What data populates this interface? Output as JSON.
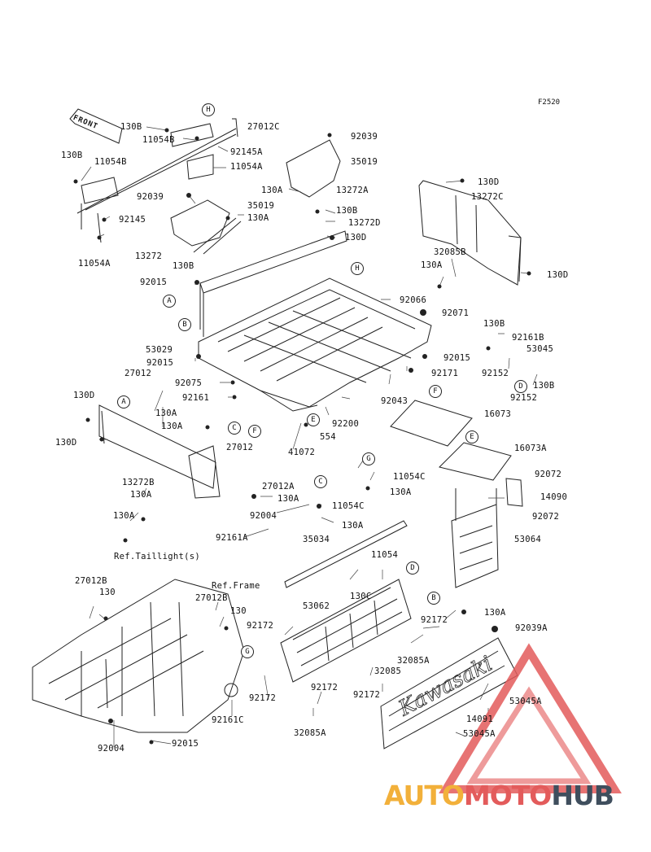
{
  "figure_code": "F2520",
  "front_label": "FRONT",
  "labels": [
    {
      "id": "l01",
      "text": "130B"
    },
    {
      "id": "l02",
      "text": "11054B"
    },
    {
      "id": "l03",
      "text": "27012C"
    },
    {
      "id": "l04",
      "text": "92145A"
    },
    {
      "id": "l05",
      "text": "11054A"
    },
    {
      "id": "l06",
      "text": "130B"
    },
    {
      "id": "l07",
      "text": "11054B"
    },
    {
      "id": "l08",
      "text": "92039"
    },
    {
      "id": "l09",
      "text": "35019"
    },
    {
      "id": "l10",
      "text": "92039"
    },
    {
      "id": "l11",
      "text": "35019"
    },
    {
      "id": "l12",
      "text": "130A"
    },
    {
      "id": "l13",
      "text": "92145"
    },
    {
      "id": "l14",
      "text": "11054A"
    },
    {
      "id": "l15",
      "text": "130A"
    },
    {
      "id": "l16",
      "text": "13272A"
    },
    {
      "id": "l17",
      "text": "130B"
    },
    {
      "id": "l18",
      "text": "13272D"
    },
    {
      "id": "l19",
      "text": "130D"
    },
    {
      "id": "l20",
      "text": "13272"
    },
    {
      "id": "l21",
      "text": "130B"
    },
    {
      "id": "l22",
      "text": "92015"
    },
    {
      "id": "l23",
      "text": "130D"
    },
    {
      "id": "l24",
      "text": "13272C"
    },
    {
      "id": "l25",
      "text": "32085B"
    },
    {
      "id": "l26",
      "text": "130A"
    },
    {
      "id": "l27",
      "text": "130D"
    },
    {
      "id": "l28",
      "text": "92066"
    },
    {
      "id": "l29",
      "text": "92071"
    },
    {
      "id": "l30",
      "text": "130B"
    },
    {
      "id": "l31",
      "text": "92161B"
    },
    {
      "id": "l32",
      "text": "53045"
    },
    {
      "id": "l33",
      "text": "92015"
    },
    {
      "id": "l34",
      "text": "53029"
    },
    {
      "id": "l35",
      "text": "92015"
    },
    {
      "id": "l36",
      "text": "92171"
    },
    {
      "id": "l37",
      "text": "92152"
    },
    {
      "id": "l38",
      "text": "92152"
    },
    {
      "id": "l39",
      "text": "130B"
    },
    {
      "id": "l40",
      "text": "27012"
    },
    {
      "id": "l41",
      "text": "92075"
    },
    {
      "id": "l42",
      "text": "92161"
    },
    {
      "id": "l43",
      "text": "92043"
    },
    {
      "id": "l44",
      "text": "130D"
    },
    {
      "id": "l45",
      "text": "130A"
    },
    {
      "id": "l46",
      "text": "130A"
    },
    {
      "id": "l47",
      "text": "16073"
    },
    {
      "id": "l48",
      "text": "92200"
    },
    {
      "id": "l49",
      "text": "554"
    },
    {
      "id": "l50",
      "text": "130D"
    },
    {
      "id": "l51",
      "text": "27012"
    },
    {
      "id": "l52",
      "text": "41072"
    },
    {
      "id": "l53",
      "text": "16073A"
    },
    {
      "id": "l54",
      "text": "13272B"
    },
    {
      "id": "l55",
      "text": "130A"
    },
    {
      "id": "l56",
      "text": "27012A"
    },
    {
      "id": "l57",
      "text": "130A"
    },
    {
      "id": "l58",
      "text": "11054C"
    },
    {
      "id": "l59",
      "text": "130A"
    },
    {
      "id": "l60",
      "text": "92072"
    },
    {
      "id": "l61",
      "text": "14090"
    },
    {
      "id": "l62",
      "text": "130A"
    },
    {
      "id": "l63",
      "text": "11054C"
    },
    {
      "id": "l64",
      "text": "92004"
    },
    {
      "id": "l65",
      "text": "130A"
    },
    {
      "id": "l66",
      "text": "92072"
    },
    {
      "id": "l67",
      "text": "92161A"
    },
    {
      "id": "l68",
      "text": "35034"
    },
    {
      "id": "l69",
      "text": "53064"
    },
    {
      "id": "l70",
      "text": "Ref.Taillight(s)"
    },
    {
      "id": "l71",
      "text": "11054"
    },
    {
      "id": "l72",
      "text": "27012B"
    },
    {
      "id": "l73",
      "text": "130"
    },
    {
      "id": "l74",
      "text": "Ref.Frame"
    },
    {
      "id": "l75",
      "text": "130C"
    },
    {
      "id": "l76",
      "text": "27012B"
    },
    {
      "id": "l77",
      "text": "130"
    },
    {
      "id": "l78",
      "text": "53062"
    },
    {
      "id": "l79",
      "text": "130A"
    },
    {
      "id": "l80",
      "text": "92172"
    },
    {
      "id": "l81",
      "text": "92172"
    },
    {
      "id": "l82",
      "text": "92039A"
    },
    {
      "id": "l83",
      "text": "32085A"
    },
    {
      "id": "l84",
      "text": "32085"
    },
    {
      "id": "l85",
      "text": "92172"
    },
    {
      "id": "l86",
      "text": "92172"
    },
    {
      "id": "l87",
      "text": "92172"
    },
    {
      "id": "l88",
      "text": "92161C"
    },
    {
      "id": "l89",
      "text": "53045A"
    },
    {
      "id": "l90",
      "text": "14091"
    },
    {
      "id": "l91",
      "text": "53045A"
    },
    {
      "id": "l92",
      "text": "32085A"
    },
    {
      "id": "l93",
      "text": "92004"
    },
    {
      "id": "l94",
      "text": "92015"
    }
  ],
  "callouts": [
    {
      "id": "c01",
      "letter": "H"
    },
    {
      "id": "c02",
      "letter": "A"
    },
    {
      "id": "c03",
      "letter": "B"
    },
    {
      "id": "c04",
      "letter": "H"
    },
    {
      "id": "c05",
      "letter": "A"
    },
    {
      "id": "c06",
      "letter": "C"
    },
    {
      "id": "c07",
      "letter": "F"
    },
    {
      "id": "c08",
      "letter": "E"
    },
    {
      "id": "c09",
      "letter": "F"
    },
    {
      "id": "c10",
      "letter": "D"
    },
    {
      "id": "c11",
      "letter": "E"
    },
    {
      "id": "c12",
      "letter": "G"
    },
    {
      "id": "c13",
      "letter": "C"
    },
    {
      "id": "c14",
      "letter": "D"
    },
    {
      "id": "c15",
      "letter": "B"
    },
    {
      "id": "c16",
      "letter": "G"
    }
  ],
  "tailgate_brand": "Kawasaki",
  "watermark": {
    "part1": "AUTO",
    "part2": "MOTO",
    "part3": "HUB",
    "color1": "#f2b03a",
    "color2": "#e35b5b",
    "color3": "#3f4e5d"
  }
}
